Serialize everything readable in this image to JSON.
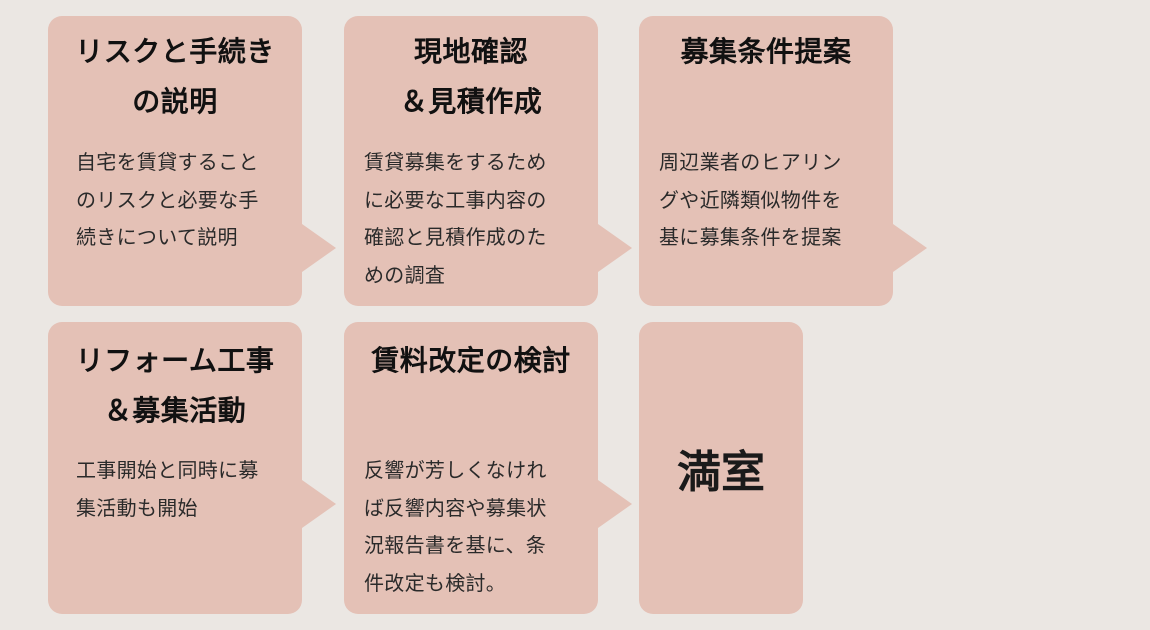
{
  "steps": [
    {
      "title_line1": "リスクと手続き",
      "title_line2": "の説明",
      "desc_lines": [
        "自宅を賃貸すること",
        "のリスクと必要な手",
        "続きについて説明"
      ]
    },
    {
      "title_line1": "現地確認",
      "title_line2": "＆見積作成",
      "desc_lines": [
        "賃貸募集をするため",
        "に必要な工事内容の",
        "確認と見積作成のた",
        "めの調査"
      ]
    },
    {
      "title_line1": "募集条件提案",
      "title_line2": "",
      "desc_lines": [
        "周辺業者のヒアリン",
        "グや近隣類似物件を",
        "基に募集条件を提案"
      ]
    },
    {
      "title_line1": "リフォーム工事",
      "title_line2": "＆募集活動",
      "desc_lines": [
        "工事開始と同時に募",
        "集活動も開始"
      ]
    },
    {
      "title_line1": "賃料改定の検討",
      "title_line2": "",
      "desc_lines": [
        "反響が芳しくなけれ",
        "ば反響内容や募集状",
        "況報告書を基に、条",
        "件改定も検討。"
      ]
    }
  ],
  "final": {
    "title": "満室"
  },
  "colors": {
    "background": "#ebe7e3",
    "card": "#e4c1b6"
  }
}
